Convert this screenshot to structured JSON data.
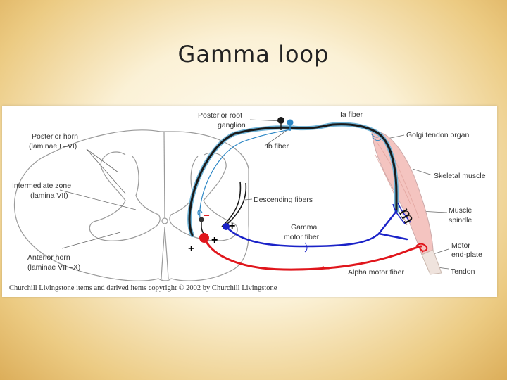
{
  "slide": {
    "title": "Gamma loop"
  },
  "figure": {
    "labels": {
      "posterior_horn": [
        "Posterior horn",
        "(laminae I –VI)"
      ],
      "intermediate_zone": [
        "Intermediate zone",
        "(lamina VII)"
      ],
      "anterior_horn": [
        "Anterior horn",
        "(laminae VIII–X)"
      ],
      "posterior_root_ganglion": [
        "Posterior root",
        "ganglion"
      ],
      "ia_fiber": "Ia fiber",
      "ib_fiber": "Ib fiber",
      "golgi_tendon_organ": "Golgi tendon organ",
      "skeletal_muscle": "Skeletal muscle",
      "descending_fibers": "Descending fibers",
      "gamma_motor_fiber": [
        "Gamma",
        "motor fiber"
      ],
      "muscle_spindle": [
        "Muscle",
        "spindle"
      ],
      "motor_end_plate": [
        "Motor",
        "end-plate"
      ],
      "alpha_motor_fiber": "Alpha motor fiber",
      "tendon": "Tendon"
    },
    "symbols": {
      "plus": "+",
      "minus": "−",
      "handwritten_mark": "m"
    },
    "credit": "Churchill Livingstone items and derived items copyright © 2002 by Churchill Livingstone",
    "colors": {
      "ia_fiber": "#1a1a1a",
      "ia_sheath": "#6fb3d6",
      "ib_fiber": "#2b86c5",
      "gamma_fiber": "#1a22c8",
      "alpha_fiber": "#e0161c",
      "muscle": "#f4c4c0",
      "tendon": "#efe3dd",
      "spinal_cord_outline": "#9a9a9a"
    }
  }
}
